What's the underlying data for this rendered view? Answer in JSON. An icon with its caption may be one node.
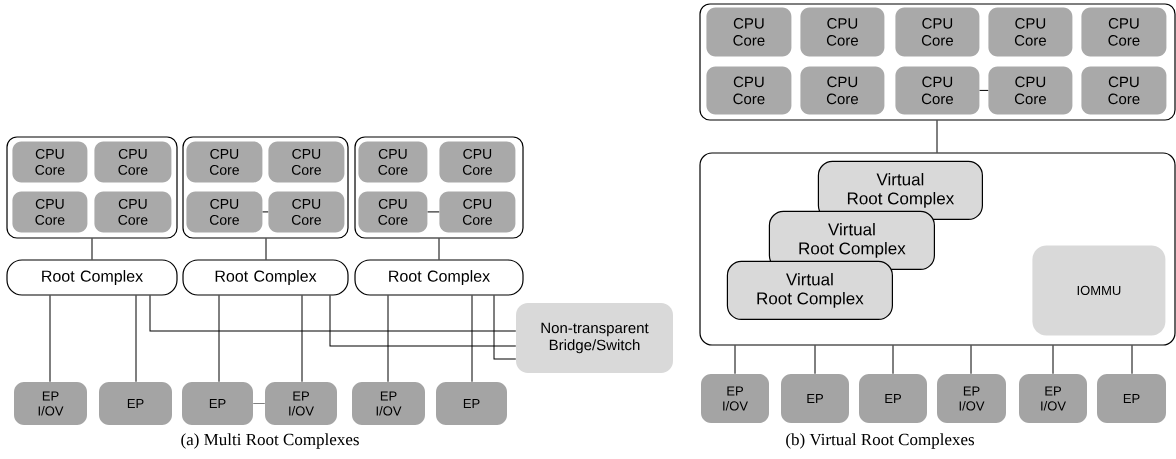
{
  "diagram": {
    "nodes": [
      {
        "text": [],
        "shape": "box"
      },
      {
        "text": [
          "CPU Core"
        ],
        "in": 0
      },
      {
        "text": [
          "CPU Core"
        ],
        "in": 0
      },
      {
        "text": [
          "CPU Core"
        ],
        "in": 0
      },
      {
        "text": [
          "CPU Core"
        ],
        "in": 0
      },
      {
        "text": [],
        "shape": "box"
      },
      {
        "text": [
          "CPU Core"
        ],
        "in": 5
      },
      {
        "text": [
          "CPU Core"
        ],
        "in": 5
      },
      {
        "text": [
          "CPU Core"
        ],
        "in": 5
      },
      {
        "text": [
          "CPU Core"
        ],
        "in": 5
      },
      {
        "text": [],
        "shape": "box"
      },
      {
        "text": [
          "CPU Core"
        ],
        "in": 10
      },
      {
        "text": [
          "CPU Core"
        ],
        "in": 10
      },
      {
        "text": [
          "CPU Core"
        ],
        "in": 10
      },
      {
        "text": [
          "CPU Core"
        ],
        "in": 10
      },
      {
        "text": [
          "Root Complex"
        ]
      },
      {
        "text": [
          "Root Complex"
        ]
      },
      {
        "text": [
          "Root Complex"
        ]
      },
      {
        "text": [
          "Non-transparent Bridge/Switch"
        ]
      },
      {
        "text": [
          "EP I/OV"
        ]
      },
      {
        "text": [
          "EP"
        ]
      },
      {
        "text": [
          "EP"
        ]
      },
      {
        "text": [
          "EP I/OV"
        ]
      },
      {
        "text": [
          "EP I/OV"
        ]
      },
      {
        "text": [
          "EP"
        ]
      },
      {
        "text": [],
        "shape": "box"
      },
      {
        "text": [
          "CPU Core"
        ],
        "in": 25
      },
      {
        "text": [
          "CPU Core"
        ],
        "in": 25
      },
      {
        "text": [
          "CPU Core"
        ],
        "in": 25
      },
      {
        "text": [
          "CPU Core"
        ],
        "in": 25
      },
      {
        "text": [
          "CPU Core"
        ],
        "in": 25
      },
      {
        "text": [
          "CPU Core"
        ],
        "in": 25
      },
      {
        "text": [
          "CPU Core"
        ],
        "in": 25
      },
      {
        "text": [
          "CPU Core"
        ],
        "in": 25
      },
      {
        "text": [
          "CPU Core"
        ],
        "in": 25
      },
      {
        "text": [
          "CPU Core"
        ],
        "in": 25
      },
      {
        "text": [],
        "shape": "box"
      },
      {
        "text": [
          "Virtual Root Complex"
        ],
        "in": 36
      },
      {
        "text": [
          "Virtual Root Complex"
        ],
        "in": 36
      },
      {
        "text": [
          "Virtual Root Complex"
        ],
        "in": 36
      },
      {
        "text": [
          "IOMMU"
        ],
        "in": 36
      },
      {
        "text": [
          "EP I/OV"
        ]
      },
      {
        "text": [
          "EP"
        ]
      },
      {
        "text": [
          "EP"
        ]
      },
      {
        "text": [
          "EP I/OV"
        ]
      },
      {
        "text": [
          "EP I/OV"
        ]
      },
      {
        "text": [
          "EP"
        ]
      }
    ],
    "edges": [
      {
        "from": 0,
        "to": 15,
        "arrow": "none"
      },
      {
        "from": 5,
        "to": 16,
        "arrow": "none"
      },
      {
        "from": 10,
        "to": 17,
        "arrow": "none"
      },
      {
        "from": 8,
        "to": 9,
        "arrow": "none"
      },
      {
        "from": 13,
        "to": 14,
        "arrow": "none"
      },
      {
        "from": 15,
        "to": 19,
        "arrow": "none"
      },
      {
        "from": 15,
        "to": 20,
        "arrow": "none"
      },
      {
        "from": 15,
        "to": 18,
        "arrow": "none"
      },
      {
        "from": 16,
        "to": 21,
        "arrow": "none"
      },
      {
        "from": 16,
        "to": 22,
        "arrow": "none"
      },
      {
        "from": 16,
        "to": 18,
        "arrow": "none"
      },
      {
        "from": 17,
        "to": 23,
        "arrow": "none"
      },
      {
        "from": 17,
        "to": 24,
        "arrow": "none"
      },
      {
        "from": 17,
        "to": 18,
        "arrow": "none"
      },
      {
        "from": 21,
        "to": 22,
        "arrow": "none",
        "color": "#808080"
      },
      {
        "from": 25,
        "to": 36,
        "arrow": "none"
      },
      {
        "from": 33,
        "to": 34,
        "arrow": "none"
      },
      {
        "from": 36,
        "to": 41,
        "arrow": "none"
      },
      {
        "from": 36,
        "to": 42,
        "arrow": "none"
      },
      {
        "from": 36,
        "to": 43,
        "arrow": "none"
      },
      {
        "from": 36,
        "to": 44,
        "arrow": "none"
      },
      {
        "from": 36,
        "to": 45,
        "arrow": "none"
      },
      {
        "from": 36,
        "to": 46,
        "arrow": "none"
      }
    ],
    "labels": [
      "(a) Multi Root Complexes",
      "(b) Virtual Root Complexes"
    ]
  }
}
